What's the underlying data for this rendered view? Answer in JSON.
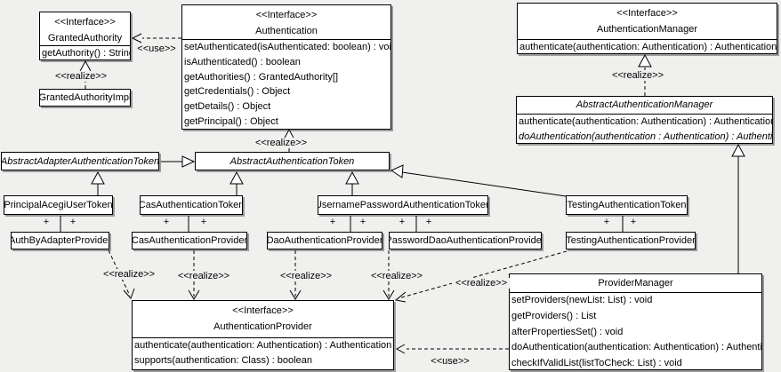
{
  "colors": {
    "background": "#f0f0ef",
    "box_fill": "#ffffff",
    "line": "#000000",
    "shadow": "#9c9c9c"
  },
  "labels": {
    "use": "<<use>>",
    "realize": "<<realize>>",
    "plus": "+"
  },
  "classes": {
    "granted_authority": {
      "stereotype": "<<Interface>>",
      "name": "GrantedAuthority",
      "methods": [
        "getAuthority() : String"
      ]
    },
    "granted_authority_impl": {
      "name": "GrantedAuthorityImpl"
    },
    "authentication": {
      "stereotype": "<<Interface>>",
      "name": "Authentication",
      "methods": [
        "setAuthenticated(isAuthenticated: boolean) : void",
        "isAuthenticated() : boolean",
        "getAuthorities() : GrantedAuthority[]",
        "getCredentials() : Object",
        "getDetails() : Object",
        "getPrincipal() : Object"
      ]
    },
    "authentication_manager": {
      "stereotype": "<<Interface>>",
      "name": "AuthenticationManager",
      "methods": [
        "authenticate(authentication: Authentication) : Authentication"
      ]
    },
    "abstract_authentication_manager": {
      "name": "AbstractAuthenticationManager",
      "methods": [
        "authenticate(authentication: Authentication) : Authentication",
        "doAuthentication(authentication : Authentication) : Authentication"
      ]
    },
    "abstract_adapter_authentication_token": {
      "name": "AbstractAdapterAuthenticationToken"
    },
    "abstract_authentication_token": {
      "name": "AbstractAuthenticationToken"
    },
    "principal_acegi_user_token": {
      "name": "PrincipalAcegiUserToken"
    },
    "cas_authentication_token": {
      "name": "CasAuthenticationToken"
    },
    "username_password_authentication_token": {
      "name": "UsernamePasswordAuthenticationToken"
    },
    "testing_authentication_token": {
      "name": "TestingAuthenticationToken"
    },
    "auth_by_adapter_provider": {
      "name": "AuthByAdapterProvider"
    },
    "cas_authentication_provider": {
      "name": "CasAuthenticationProvider"
    },
    "dao_authentication_provider": {
      "name": "DaoAuthenticationProvider"
    },
    "password_dao_authentication_provider": {
      "name": "PasswordDaoAuthenticationProvider"
    },
    "testing_authentication_provider": {
      "name": "TestingAuthenticationProvider"
    },
    "authentication_provider": {
      "stereotype": "<<Interface>>",
      "name": "AuthenticationProvider",
      "methods": [
        "authenticate(authentication: Authentication) : Authentication",
        "supports(authentication: Class) : boolean"
      ]
    },
    "provider_manager": {
      "name": "ProviderManager",
      "methods": [
        "setProviders(newList: List) : void",
        "getProviders() : List",
        "afterPropertiesSet() : void",
        "doAuthentication(authentication: Authentication) : Authentication",
        "checkIfValidList(listToCheck: List) : void"
      ]
    }
  }
}
